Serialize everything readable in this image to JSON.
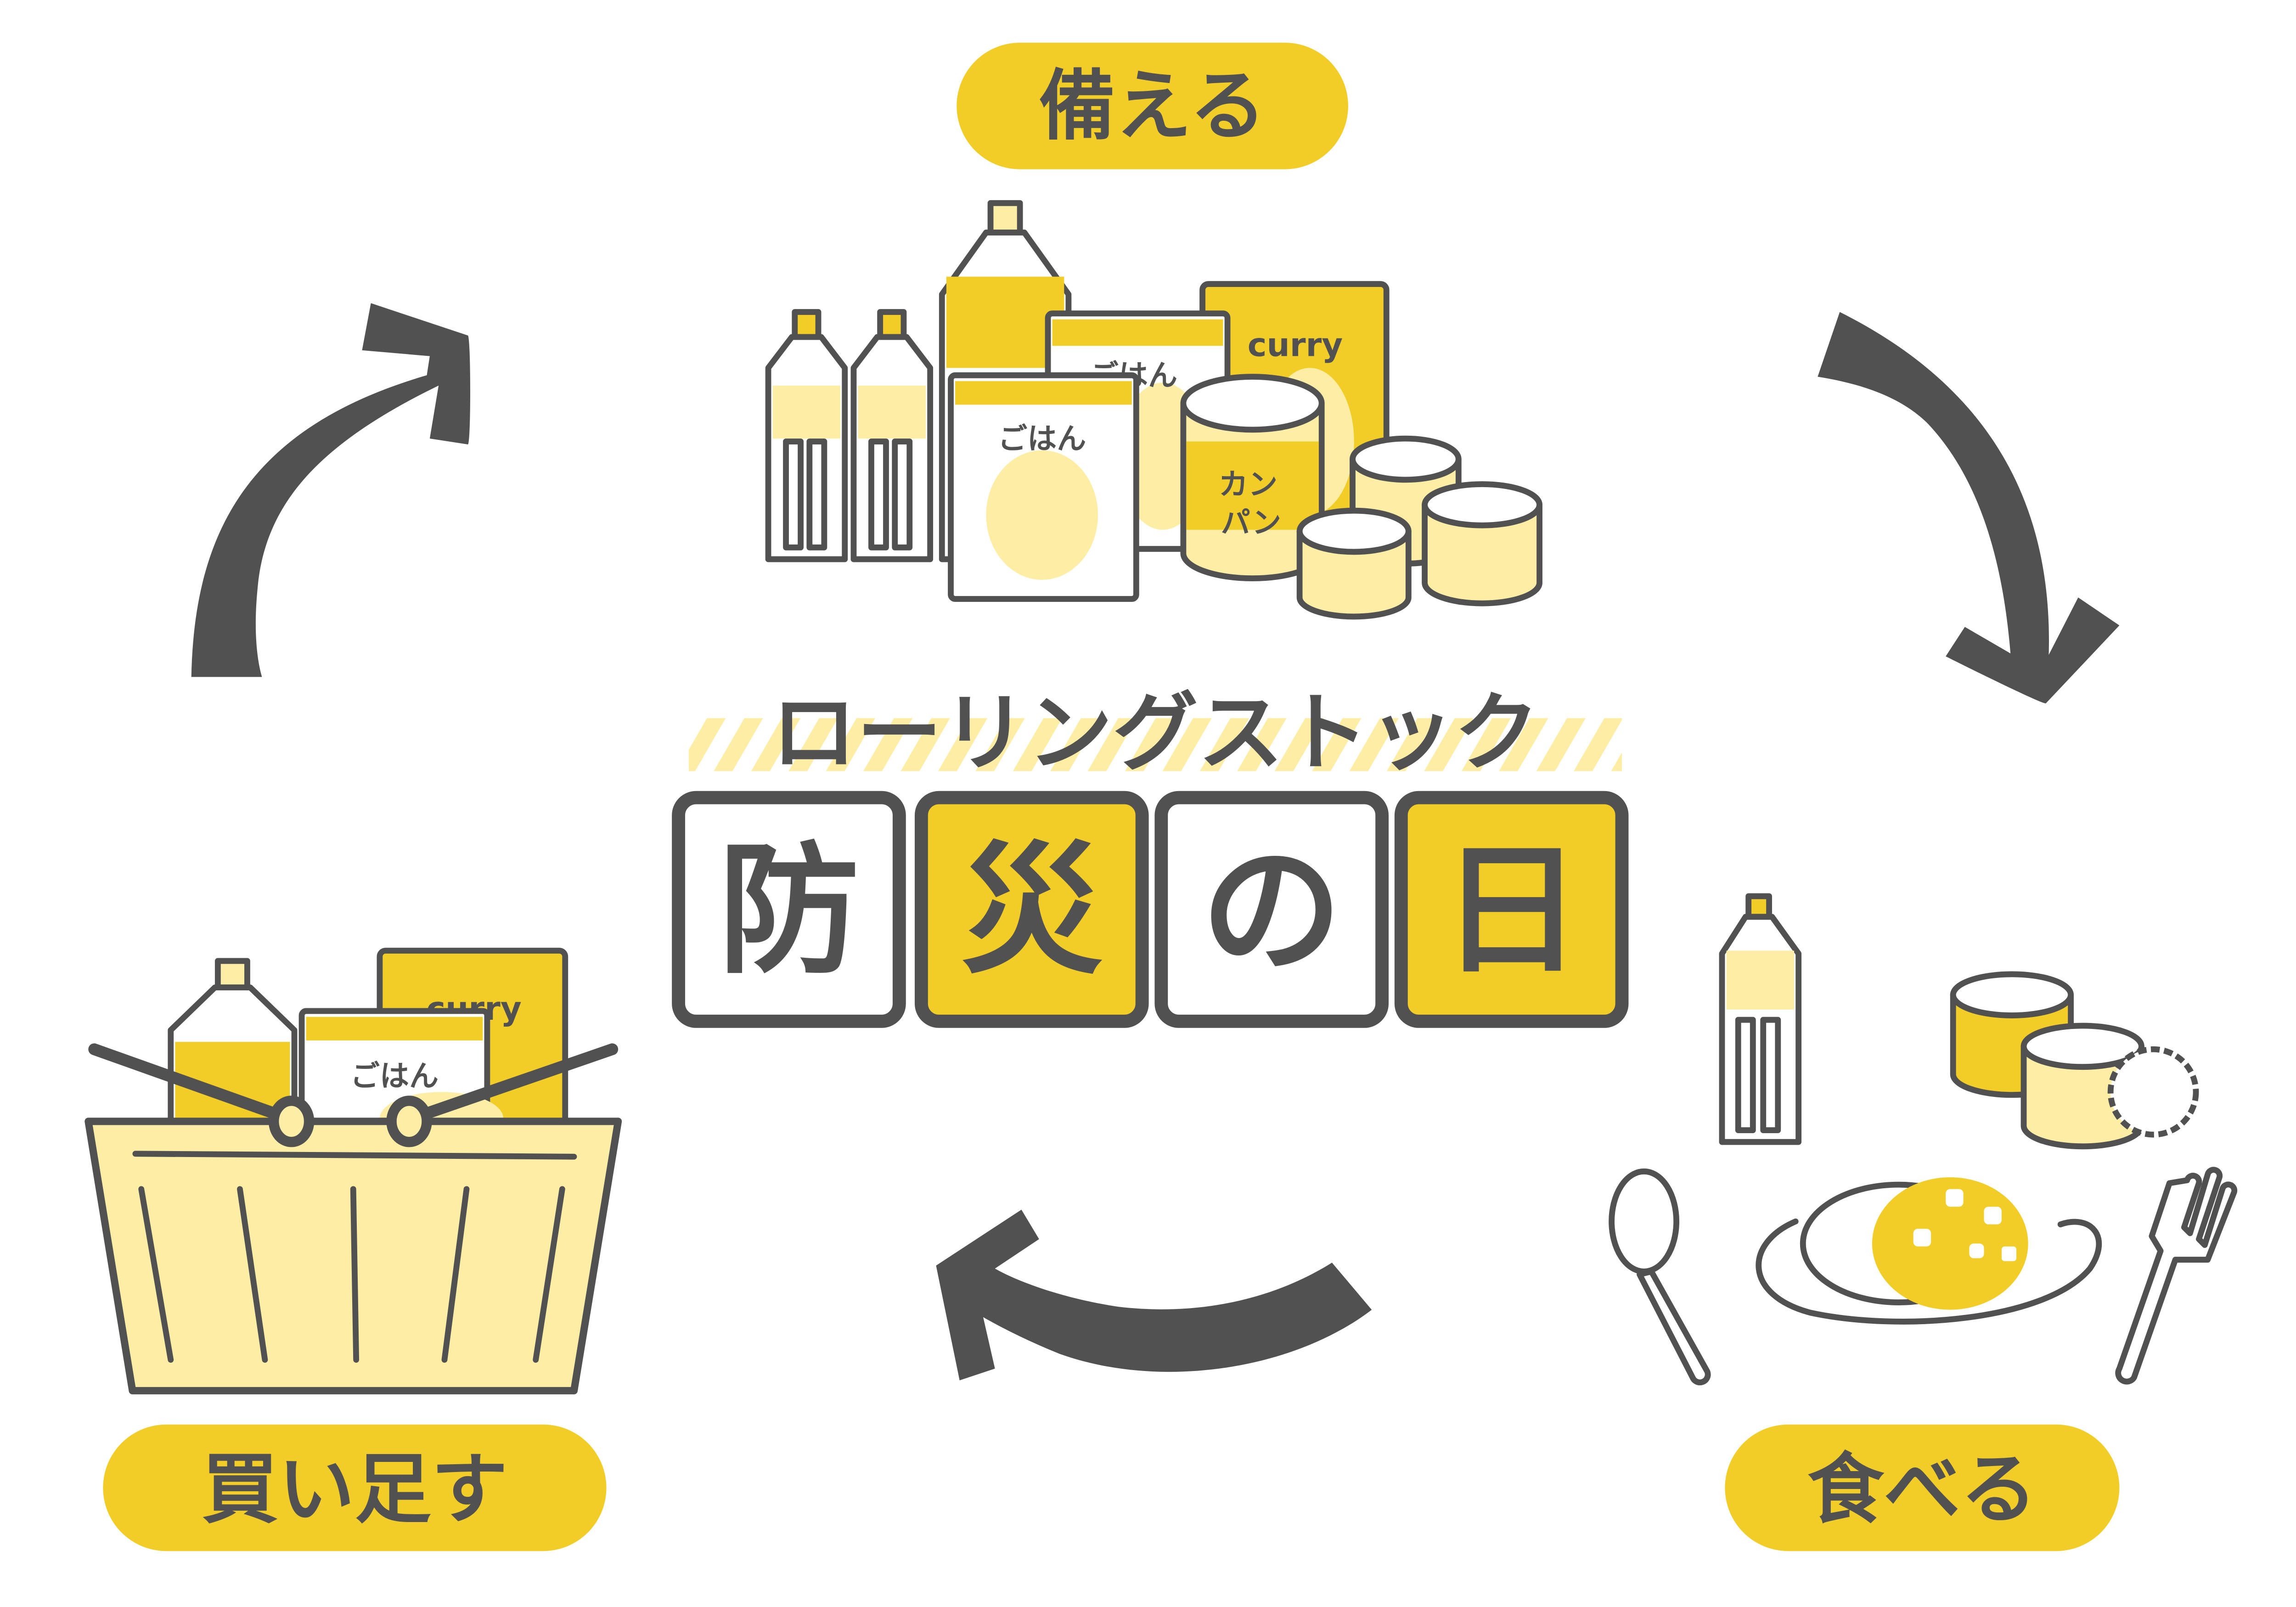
{
  "title": {
    "subtitle": "ローリングストック",
    "main_chars": [
      "防",
      "災",
      "の",
      "日"
    ]
  },
  "steps": [
    {
      "id": "prepare",
      "label": "備える"
    },
    {
      "id": "eat",
      "label": "食べる"
    },
    {
      "id": "buy",
      "label": "買い足す"
    }
  ],
  "packages": {
    "rice": "ごはん",
    "curry": "curry",
    "canpan_line1": "カン",
    "canpan_line2": "パン"
  },
  "colors": {
    "yellow": "#F3CD27",
    "light_yellow": "#FEEEA5",
    "dark_gray": "#515151",
    "background": "#FFFFFF"
  }
}
